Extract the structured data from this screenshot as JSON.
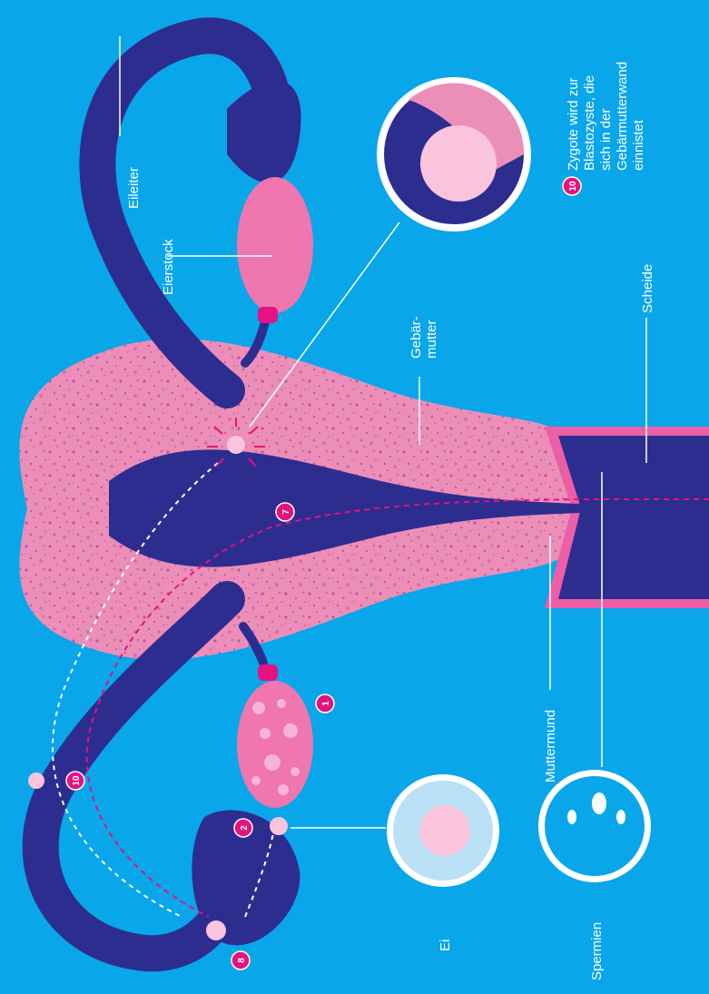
{
  "colors": {
    "background": "#0aa6ea",
    "tube": "#2d2d8f",
    "tissue": "#ec8fb8",
    "tissue_dots": "#c2559a",
    "ovary": "#ef76ae",
    "accent": "#e5127f",
    "egg": "#f9c4dc",
    "white": "#ffffff"
  },
  "labels": {
    "eileiter": "Eileiter",
    "eierstock": "Eierstock",
    "gebaermutter_1": "Gebär-",
    "gebaermutter_2": "mutter",
    "scheide": "Scheide",
    "muttermund": "Muttermund",
    "ei": "Ei",
    "spermien": "Spermien"
  },
  "steps": [
    {
      "number": "1"
    },
    {
      "number": "2"
    },
    {
      "number": "7"
    },
    {
      "number": "8"
    },
    {
      "number": "10"
    }
  ],
  "note": {
    "number": "10",
    "lines": [
      "Zygote wird zur",
      "Blastozyste, die",
      "sich in der",
      "Gebärmutterwand",
      "einnistet"
    ]
  }
}
